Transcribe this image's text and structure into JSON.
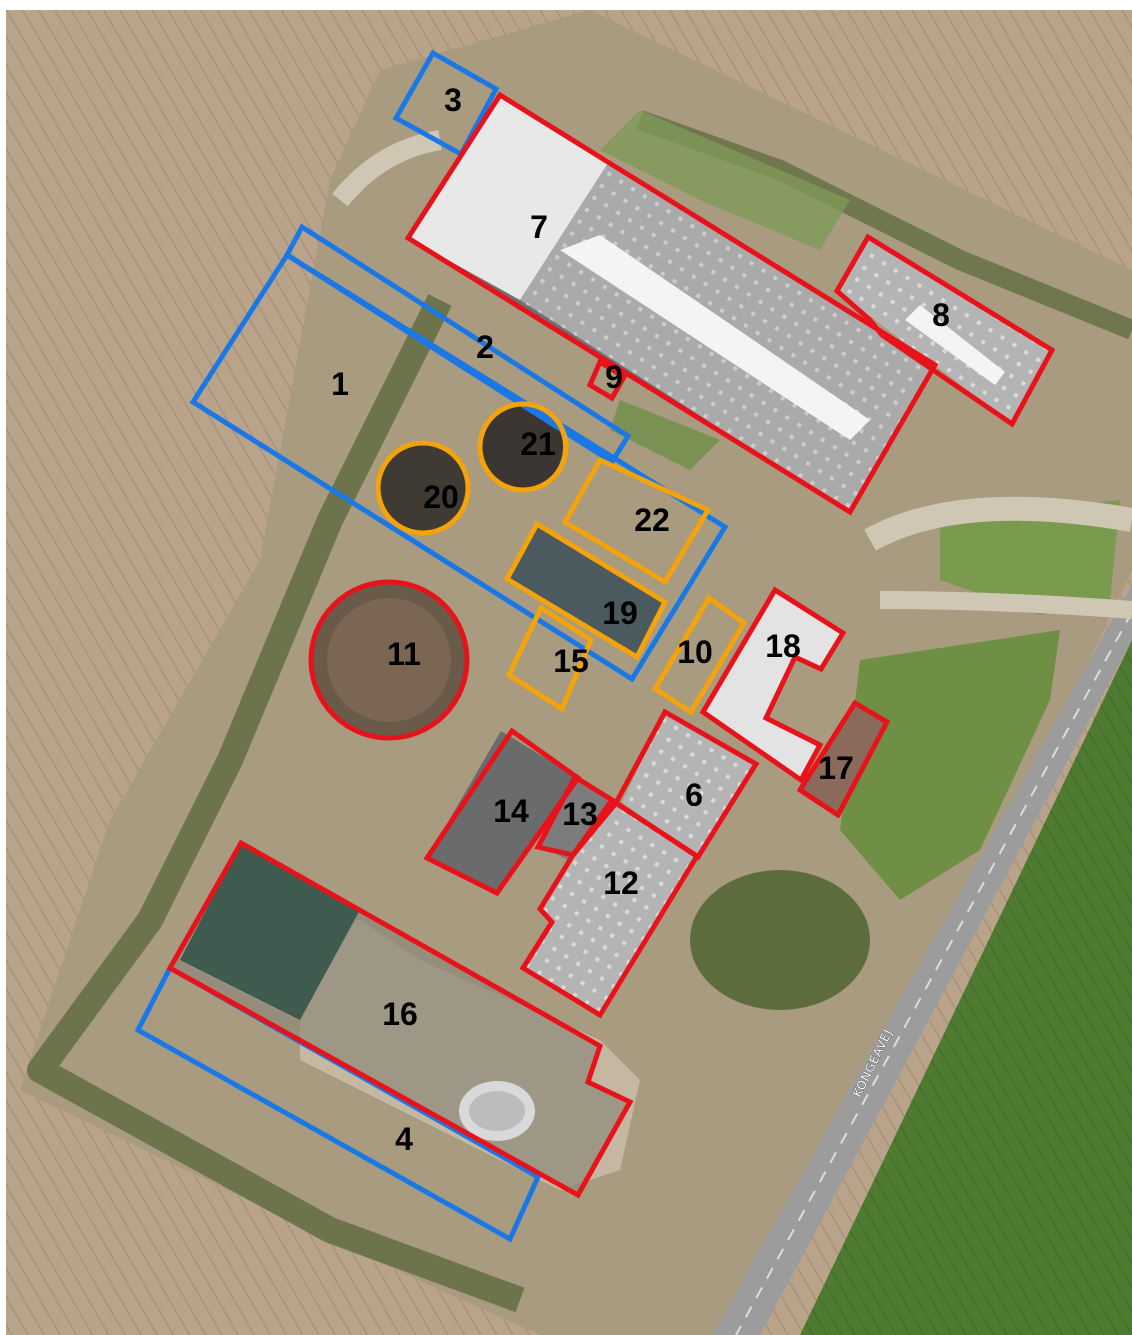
{
  "map": {
    "type": "aerial-site-plan",
    "outline_colors": {
      "red": "#e8121b",
      "blue": "#1a78e6",
      "orange": "#f5a30a"
    },
    "road_label": "KONGEAVEJ",
    "zones": [
      {
        "id": "1",
        "label": "1",
        "outline": "blue"
      },
      {
        "id": "2",
        "label": "2",
        "outline": "blue"
      },
      {
        "id": "3",
        "label": "3",
        "outline": "blue"
      },
      {
        "id": "4",
        "label": "4",
        "outline": "blue"
      },
      {
        "id": "6",
        "label": "6",
        "outline": "red"
      },
      {
        "id": "7",
        "label": "7",
        "outline": "red"
      },
      {
        "id": "8",
        "label": "8",
        "outline": "red"
      },
      {
        "id": "9",
        "label": "9",
        "outline": "red"
      },
      {
        "id": "10",
        "label": "10",
        "outline": "orange"
      },
      {
        "id": "11",
        "label": "11",
        "outline": "red"
      },
      {
        "id": "12",
        "label": "12",
        "outline": "red"
      },
      {
        "id": "13",
        "label": "13",
        "outline": "red"
      },
      {
        "id": "14",
        "label": "14",
        "outline": "red"
      },
      {
        "id": "15",
        "label": "15",
        "outline": "orange"
      },
      {
        "id": "16",
        "label": "16",
        "outline": "red"
      },
      {
        "id": "17",
        "label": "17",
        "outline": "red"
      },
      {
        "id": "18",
        "label": "18",
        "outline": "red"
      },
      {
        "id": "19",
        "label": "19",
        "outline": "orange"
      },
      {
        "id": "20",
        "label": "20",
        "outline": "orange"
      },
      {
        "id": "21",
        "label": "21",
        "outline": "orange"
      },
      {
        "id": "22",
        "label": "22",
        "outline": "orange"
      }
    ]
  }
}
